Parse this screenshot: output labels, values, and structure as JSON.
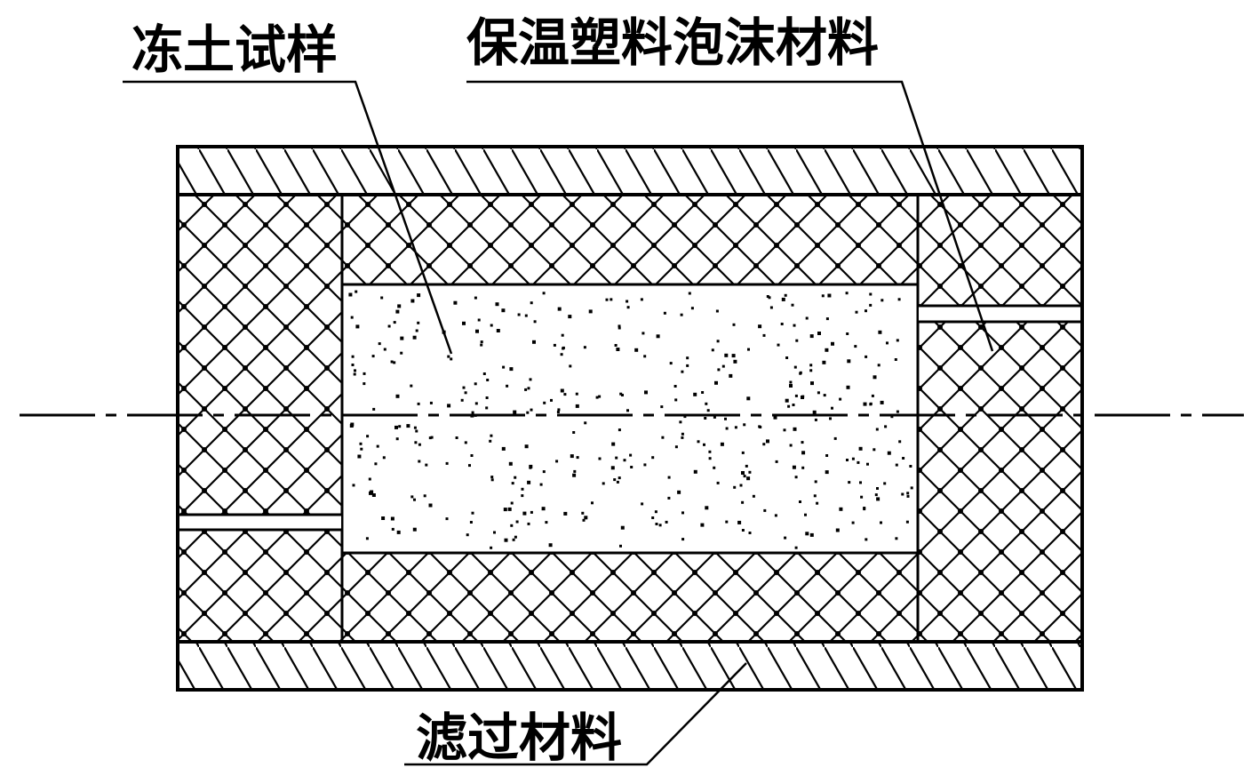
{
  "labels": {
    "frozen_soil_sample": "冻土试样",
    "insulation_foam": "保温塑料泡沫材料",
    "filter_material": "滤过材料"
  },
  "colors": {
    "stroke": "#000000",
    "background": "#ffffff"
  }
}
